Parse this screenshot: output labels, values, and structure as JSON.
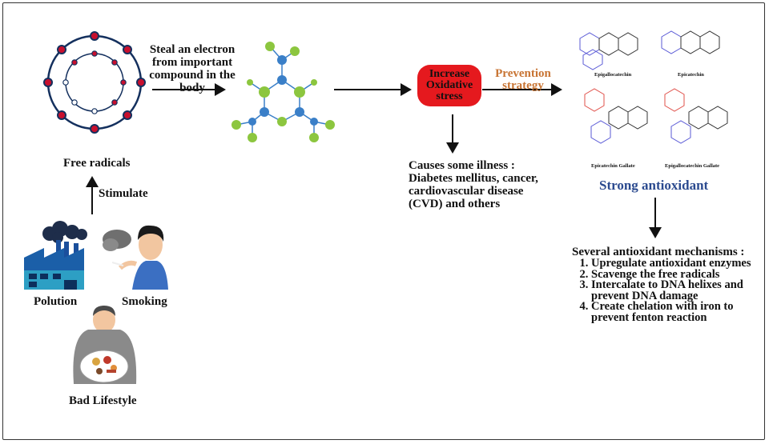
{
  "steal_text": [
    "Steal an electron",
    "from important",
    "compound in the",
    "body"
  ],
  "free_radicals_label": "Free radicals",
  "stimulate_label": "Stimulate",
  "polution_label": "Polution",
  "smoking_label": "Smoking",
  "bad_lifestyle_label": "Bad Lifestyle",
  "oxidative_box": [
    "Increase",
    "Oxidative",
    "stress"
  ],
  "prevention_label": [
    "Prevention",
    "strategy"
  ],
  "illness_text": [
    "Causes some illness :",
    "Diabetes mellitus, cancer,",
    "cardiovascular disease",
    "(CVD) and others"
  ],
  "molecules": {
    "m1": "Epigallocatechin",
    "m2": "Epicatechin",
    "m3": "Epicatechin Gallate",
    "m4": "Epigallocatechin Gallate"
  },
  "strong_antioxidant": "Strong antioxidant",
  "mechanisms_title": "Several antioxidant mechanisms :",
  "mechanisms": [
    "Upregulate antioxidant enzymes",
    "Scavenge the free radicals",
    "Intercalate to DNA helixes and prevent DNA damage",
    "Create chelation with iron to prevent fenton reaction"
  ],
  "colors": {
    "box_red": "#e5191e",
    "prevention_orange": "#c87433",
    "strong_blue": "#2b4a8f",
    "radical_red": "#c8102e",
    "molecule_blue": "#3a7fc8",
    "molecule_green": "#8cc63f"
  }
}
